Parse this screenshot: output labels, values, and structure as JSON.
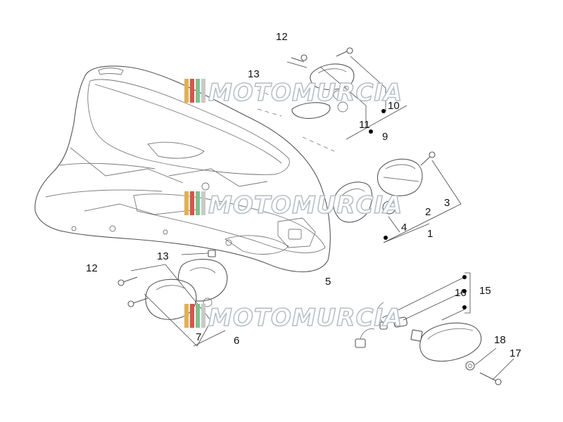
{
  "watermark": {
    "text": "MOTOMURCIA",
    "stripe_colors": [
      "#e4b04a",
      "#d9534f",
      "#7cc48a",
      "#c9c9c9"
    ]
  },
  "callouts": {
    "c12_top": "12",
    "c13_top": "13",
    "c10": "10",
    "c11": "11",
    "c9": "9",
    "c2": "2",
    "c3": "3",
    "c4": "4",
    "c1": "1",
    "c5": "5",
    "c13_bottom": "13",
    "c12_bottom": "12",
    "c7": "7",
    "c6": "6",
    "c15": "15",
    "c16": "16",
    "c18": "18",
    "c17": "17"
  }
}
